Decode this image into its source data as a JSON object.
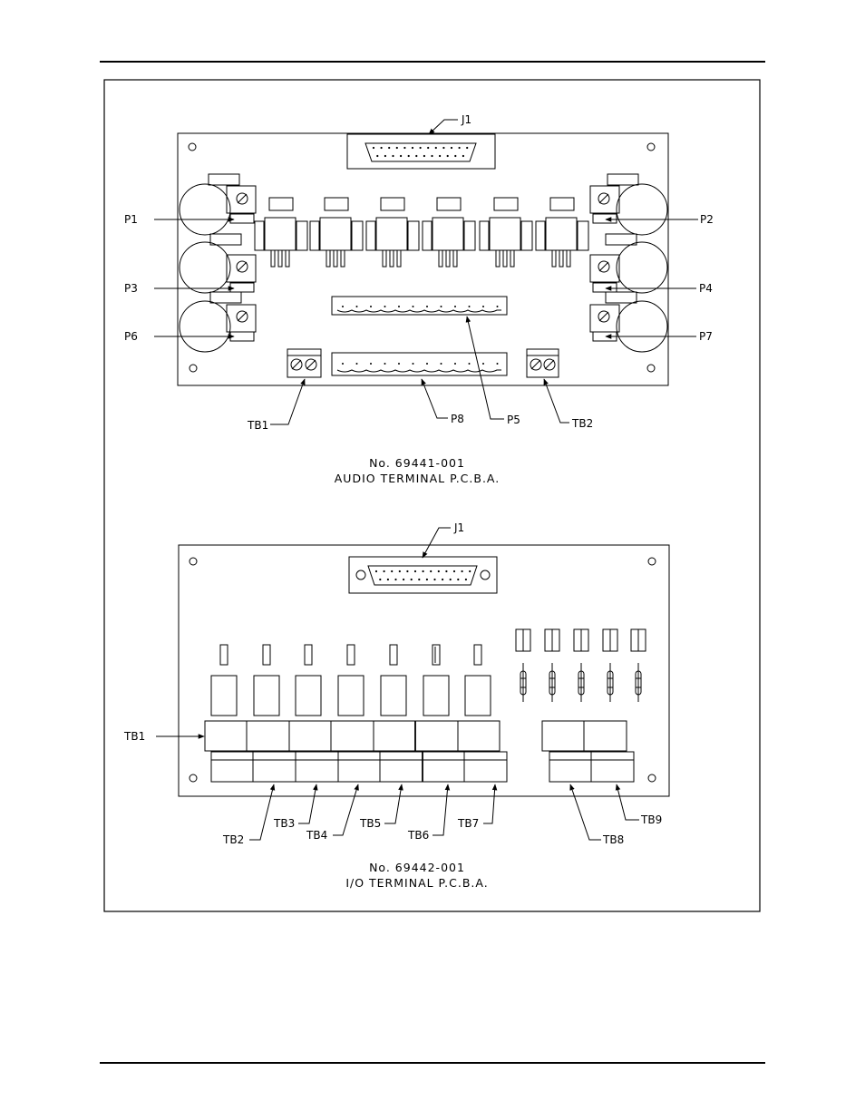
{
  "audio_board": {
    "labels": {
      "j1": "J1",
      "p1": "P1",
      "p2": "P2",
      "p3": "P3",
      "p4": "P4",
      "p5": "P5",
      "p6": "P6",
      "p7": "P7",
      "p8": "P8",
      "tb1": "TB1",
      "tb2": "TB2"
    },
    "part_number": "No. 69441-001",
    "title": "AUDIO TERMINAL P.C.B.A."
  },
  "io_board": {
    "labels": {
      "j1": "J1",
      "tb1": "TB1",
      "tb2": "TB2",
      "tb3": "TB3",
      "tb4": "TB4",
      "tb5": "TB5",
      "tb6": "TB6",
      "tb7": "TB7",
      "tb8": "TB8",
      "tb9": "TB9"
    },
    "part_number": "No. 69442-001",
    "title": "I/O TERMINAL P.C.B.A."
  }
}
